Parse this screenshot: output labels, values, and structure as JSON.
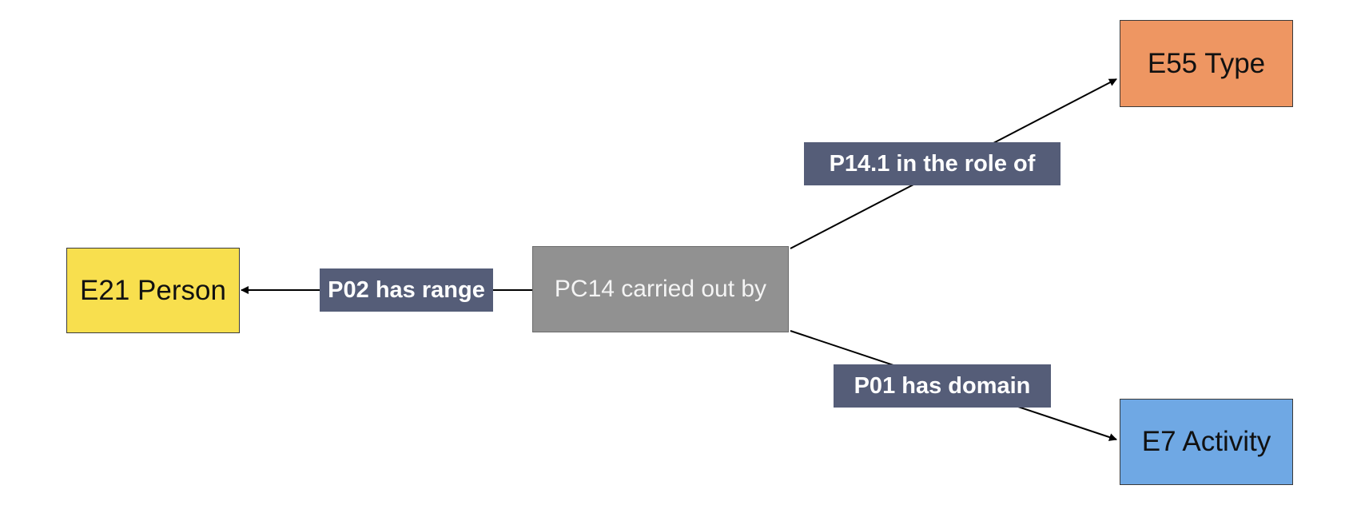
{
  "colors": {
    "person_fill": "#f8df4e",
    "type_fill": "#ee9662",
    "activity_fill": "#6fa8e4",
    "center_fill": "#919191",
    "label_fill": "#555d78",
    "line": "#000000"
  },
  "nodes": {
    "person": {
      "label": "E21 Person"
    },
    "type": {
      "label": "E55 Type"
    },
    "activity": {
      "label": "E7 Activity"
    },
    "center": {
      "label": "PC14 carried out by"
    }
  },
  "edges": {
    "range": {
      "label": "P02 has range"
    },
    "role": {
      "label": "P14.1 in the role of"
    },
    "domain": {
      "label": "P01 has domain"
    }
  }
}
